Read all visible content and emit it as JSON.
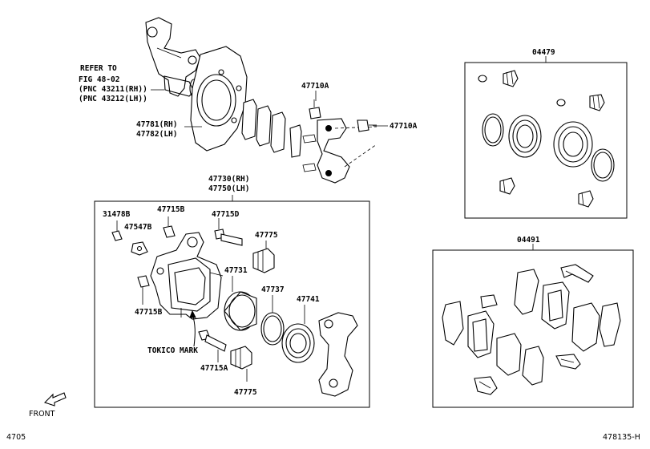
{
  "labels": {
    "refer_line1": "REFER TO",
    "refer_line2": "FIG 48-02",
    "refer_line3": "(PNC 43211(RH))",
    "refer_line4": "(PNC 43212(LH))",
    "p47781": "47781(RH)",
    "p47782": "47782(LH)",
    "p47710a_left": "47710A",
    "p47710a_right": "47710A",
    "p47730": "47730(RH)",
    "p47750": "47750(LH)",
    "p31478b": "31478B",
    "p47715b_top": "47715B",
    "p47715d": "47715D",
    "p47547b": "47547B",
    "p47775_top": "47775",
    "p47731": "47731",
    "p47737": "47737",
    "p47741": "47741",
    "p47715b_bottom": "47715B",
    "tokico": "TOKICO MARK",
    "p47715a": "47715A",
    "p47775_bottom": "47775",
    "kit_04479": "04479",
    "kit_04491": "04491"
  },
  "footer": {
    "front": "FRONT",
    "page_id": "4705",
    "diagram_id": "478135-H"
  }
}
